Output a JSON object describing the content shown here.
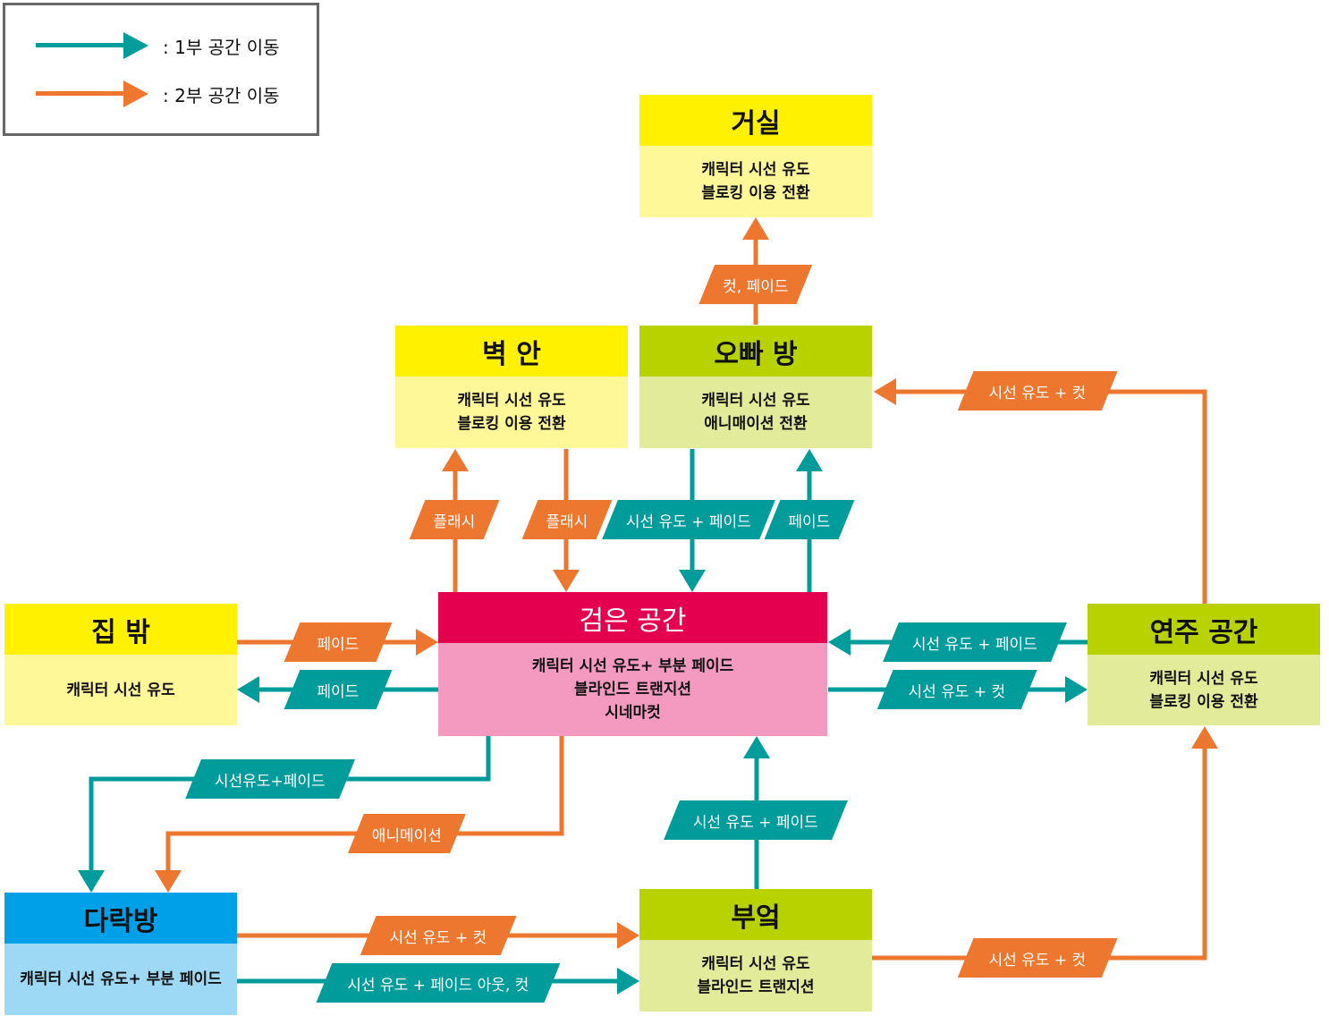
{
  "legend": {
    "teal_label": ": 1부 공간 이동",
    "orange_label": ": 2부 공간 이동"
  },
  "colors": {
    "teal": "#009b9b",
    "orange": "#ee7730"
  },
  "nodes": {
    "living_room": {
      "title": "거실",
      "lines": [
        "캐릭터 시선 유도",
        "블로킹 이용 전환"
      ]
    },
    "inside_wall": {
      "title": "벽 안",
      "lines": [
        "캐릭터 시선 유도",
        "블로킹 이용 전환"
      ]
    },
    "brother_room": {
      "title": "오빠 방",
      "lines": [
        "캐릭터 시선 유도",
        "애니매이션 전환"
      ]
    },
    "outside": {
      "title": "집 밖",
      "lines": [
        "캐릭터 시선 유도"
      ]
    },
    "black_space": {
      "title": "검은 공간",
      "lines": [
        "캐릭터 시선 유도+ 부분 페이드",
        "블라인드 트랜지션",
        "시네마컷"
      ]
    },
    "performance_space": {
      "title": "연주 공간",
      "lines": [
        "캐릭터 시선 유도",
        "블로킹 이용 전환"
      ]
    },
    "attic": {
      "title": "다락방",
      "lines": [
        "캐릭터 시선 유도+ 부분 페이드"
      ]
    },
    "kitchen": {
      "title": "부엌",
      "lines": [
        "캐릭터 시선 유도",
        "블라인드 트랜지션"
      ]
    }
  },
  "edges": [
    {
      "label": "컷, 페이드"
    },
    {
      "label": "플래시"
    },
    {
      "label": "플래시"
    },
    {
      "label": "시선 유도 + 페이드"
    },
    {
      "label": "페이드"
    },
    {
      "label": "시선 유도 + 컷"
    },
    {
      "label": "페이드"
    },
    {
      "label": "페이드"
    },
    {
      "label": "시선 유도 + 페이드"
    },
    {
      "label": "시선 유도 + 컷"
    },
    {
      "label": "시선유도+페이드"
    },
    {
      "label": "애니메이션"
    },
    {
      "label": "시선 유도 + 페이드"
    },
    {
      "label": "시선 유도 + 컷"
    },
    {
      "label": "시선 유도 + 페이드 아웃, 컷"
    },
    {
      "label": "시선 유도 + 컷"
    }
  ]
}
